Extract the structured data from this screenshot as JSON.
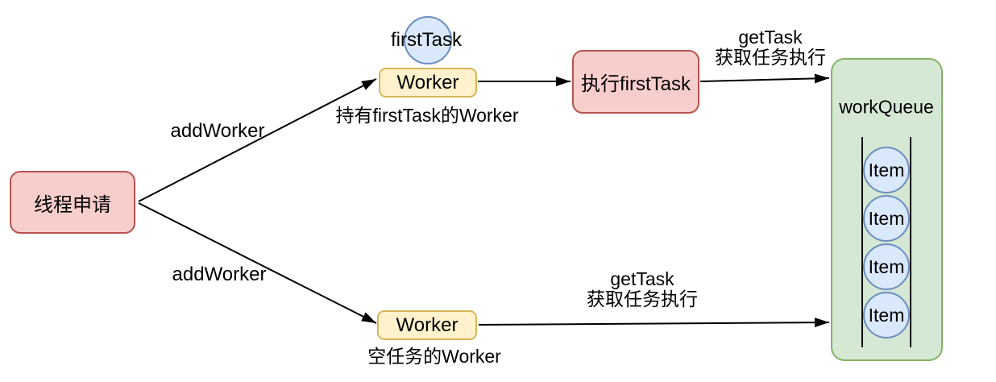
{
  "diagram": {
    "nodes": {
      "thread_request": {
        "label": "线程申请"
      },
      "first_task": {
        "label": "firstTask"
      },
      "worker_top": {
        "label": "Worker"
      },
      "exec_first_task": {
        "label": "执行firstTask"
      },
      "worker_bottom": {
        "label": "Worker"
      },
      "work_queue": {
        "title": "workQueue",
        "items": [
          "Item",
          "Item",
          "Item",
          "Item"
        ]
      }
    },
    "captions": {
      "worker_top": "持有firstTask的Worker",
      "worker_bottom": "空任务的Worker"
    },
    "edges": {
      "add_worker_top": {
        "label": "addWorker"
      },
      "add_worker_bottom": {
        "label": "addWorker"
      },
      "get_task_top": {
        "line1": "getTask",
        "line2": "获取任务执行"
      },
      "get_task_bottom": {
        "line1": "getTask",
        "line2": "获取任务执行"
      }
    },
    "colors": {
      "red_node_fill": "#f8cecc",
      "red_node_border": "#b85450",
      "yellow_node_fill": "#fff2cc",
      "yellow_node_border": "#d6b656",
      "blue_node_fill": "#dae8fc",
      "blue_node_border": "#6c8ebf",
      "green_node_fill": "#d5e8d4",
      "green_node_border": "#82b366",
      "arrow": "#000000",
      "text": "#000000"
    }
  }
}
